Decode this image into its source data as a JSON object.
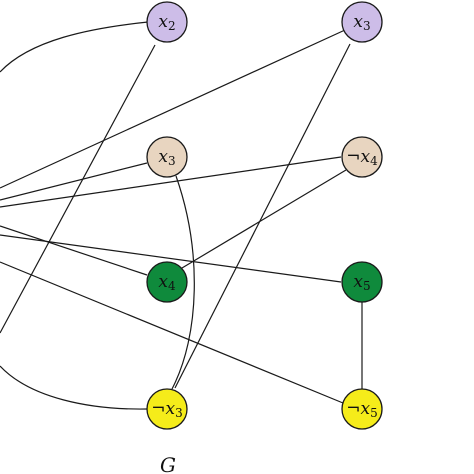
{
  "graph": {
    "caption": "G",
    "nodes": [
      {
        "id": "n1",
        "label": "x2",
        "base": "x",
        "sub": "2",
        "neg": false,
        "color": "#cdbde8"
      },
      {
        "id": "n2",
        "label": "x3",
        "base": "x",
        "sub": "3",
        "neg": false,
        "color": "#cdbde8"
      },
      {
        "id": "n3",
        "label": "x3",
        "base": "x",
        "sub": "3",
        "neg": false,
        "color": "#e8d5c0"
      },
      {
        "id": "n4",
        "label": "¬x4",
        "base": "x",
        "sub": "4",
        "neg": true,
        "color": "#e8d5c0"
      },
      {
        "id": "n5",
        "label": "x4",
        "base": "x",
        "sub": "4",
        "neg": false,
        "color": "#0f8a3c"
      },
      {
        "id": "n6",
        "label": "x5",
        "base": "x",
        "sub": "5",
        "neg": false,
        "color": "#0f8a3c"
      },
      {
        "id": "n7",
        "label": "¬x3",
        "base": "x",
        "sub": "3",
        "neg": true,
        "color": "#f5ec1a"
      },
      {
        "id": "n8",
        "label": "¬x5",
        "base": "x",
        "sub": "5",
        "neg": true,
        "color": "#f5ec1a"
      }
    ]
  }
}
